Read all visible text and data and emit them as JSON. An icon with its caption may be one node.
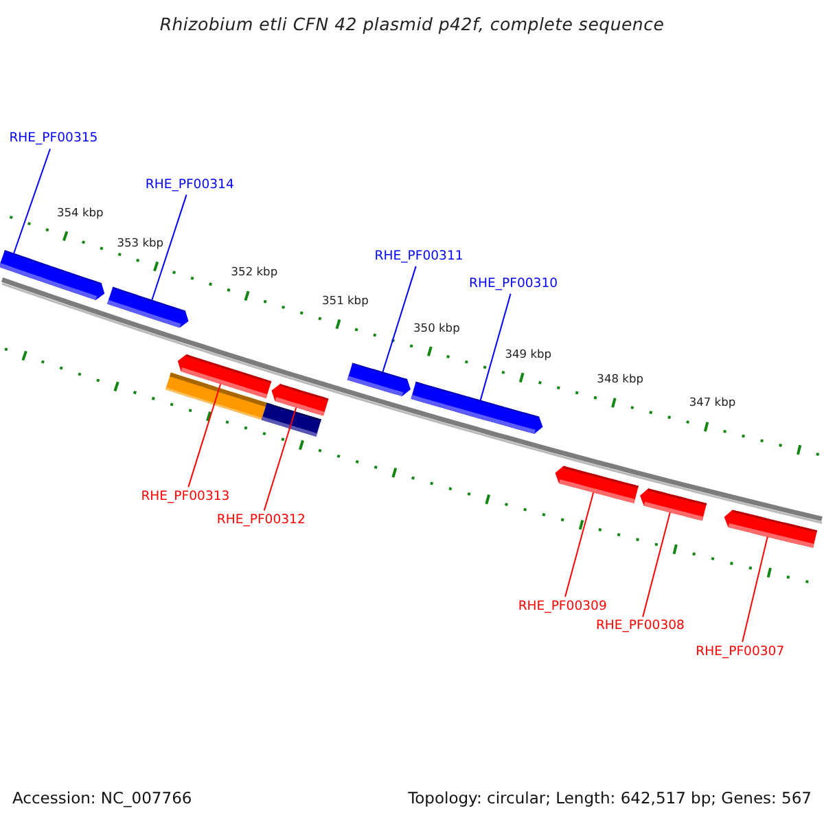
{
  "diagram": {
    "title": "Rhizobium etli CFN 42 plasmid p42f, complete sequence",
    "nodes": [
      {
        "text": [
          "RHE_PF00315"
        ]
      },
      {
        "text": [
          "RHE_PF00314"
        ]
      },
      {
        "text": [
          "RHE_PF00311"
        ]
      },
      {
        "text": [
          "RHE_PF00310"
        ]
      },
      {
        "text": [
          "RHE_PF00313"
        ]
      },
      {
        "text": [
          "RHE_PF00312"
        ]
      },
      {
        "text": [
          "RHE_PF00309"
        ]
      },
      {
        "text": [
          "RHE_PF00308"
        ]
      },
      {
        "text": [
          "RHE_PF00307"
        ]
      },
      {
        "text": [],
        "shape": "arrow"
      },
      {
        "text": [],
        "shape": "arrow"
      },
      {
        "text": [],
        "shape": "bar"
      },
      {
        "text": [],
        "shape": "arrow"
      },
      {
        "text": [],
        "shape": "bar"
      },
      {
        "text": [],
        "shape": "arrow"
      },
      {
        "text": [],
        "shape": "arrow"
      },
      {
        "text": [],
        "shape": "arrow"
      },
      {
        "text": [],
        "shape": "arrow"
      },
      {
        "text": [],
        "shape": "arrow"
      },
      {
        "text": [],
        "shape": "arrow"
      }
    ],
    "edges": [
      {
        "from": 0,
        "to": 9,
        "arrow": "none",
        "color": "#0000ff"
      },
      {
        "from": 1,
        "to": 10,
        "arrow": "none",
        "color": "#0000ff"
      },
      {
        "from": 2,
        "to": 15,
        "arrow": "none",
        "color": "#0000ff"
      },
      {
        "from": 3,
        "to": 16,
        "arrow": "none",
        "color": "#0000ff"
      },
      {
        "from": 4,
        "to": 12,
        "arrow": "none"
      },
      {
        "from": 5,
        "to": 14,
        "arrow": "none"
      },
      {
        "from": 6,
        "to": 17,
        "arrow": "none"
      },
      {
        "from": 7,
        "to": 18,
        "arrow": "none"
      },
      {
        "from": 8,
        "to": 19,
        "arrow": "none"
      }
    ],
    "labels": [
      "354 kbp",
      "353 kbp",
      "352 kbp",
      "351 kbp",
      "350 kbp",
      "349 kbp",
      "348 kbp",
      "347 kbp",
      "Accession: NC_007766",
      "Topology: circular; Length: 642,517 bp; Genes: 567"
    ]
  }
}
